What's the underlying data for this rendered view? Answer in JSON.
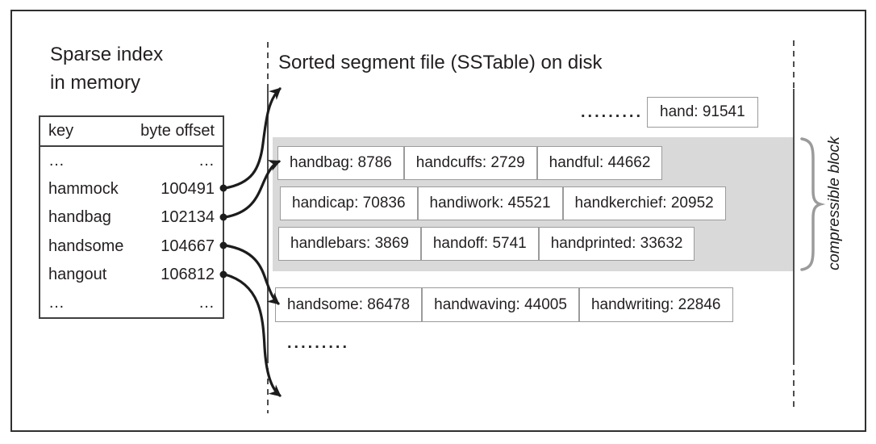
{
  "titles": {
    "sparse_index_line1": "Sparse index",
    "sparse_index_line2": "in memory",
    "sstable": "Sorted segment file (SSTable) on disk"
  },
  "index_table": {
    "headers": [
      "key",
      "byte offset"
    ],
    "rows": [
      {
        "key": "…",
        "offset": "…"
      },
      {
        "key": "hammock",
        "offset": "100491"
      },
      {
        "key": "handbag",
        "offset": "102134"
      },
      {
        "key": "handsome",
        "offset": "104667"
      },
      {
        "key": "hangout",
        "offset": "106812"
      },
      {
        "key": "…",
        "offset": "…"
      }
    ]
  },
  "sstable": {
    "ellipsis_top": ".........",
    "ellipsis_bottom": ".........",
    "top_entry": "hand: 91541",
    "block_rows": [
      [
        "handbag: 8786",
        "handcuffs: 2729",
        "handful: 44662"
      ],
      [
        "handicap: 70836",
        "handiwork: 45521",
        "handkerchief: 20952"
      ],
      [
        "handlebars: 3869",
        "handoff: 5741",
        "handprinted: 33632"
      ]
    ],
    "row_after_block": [
      "handsome: 86478",
      "handwaving: 44005",
      "handwriting: 22846"
    ]
  },
  "annotations": {
    "compressible_block": "compressible block"
  },
  "colors": {
    "text": "#231f20",
    "block_bg": "#d9d9d9",
    "cell_border": "#9b9b9b",
    "brace": "#9b9b9b",
    "boundary_line": "#4d4d4d",
    "arrow": "#1c1c1c"
  }
}
